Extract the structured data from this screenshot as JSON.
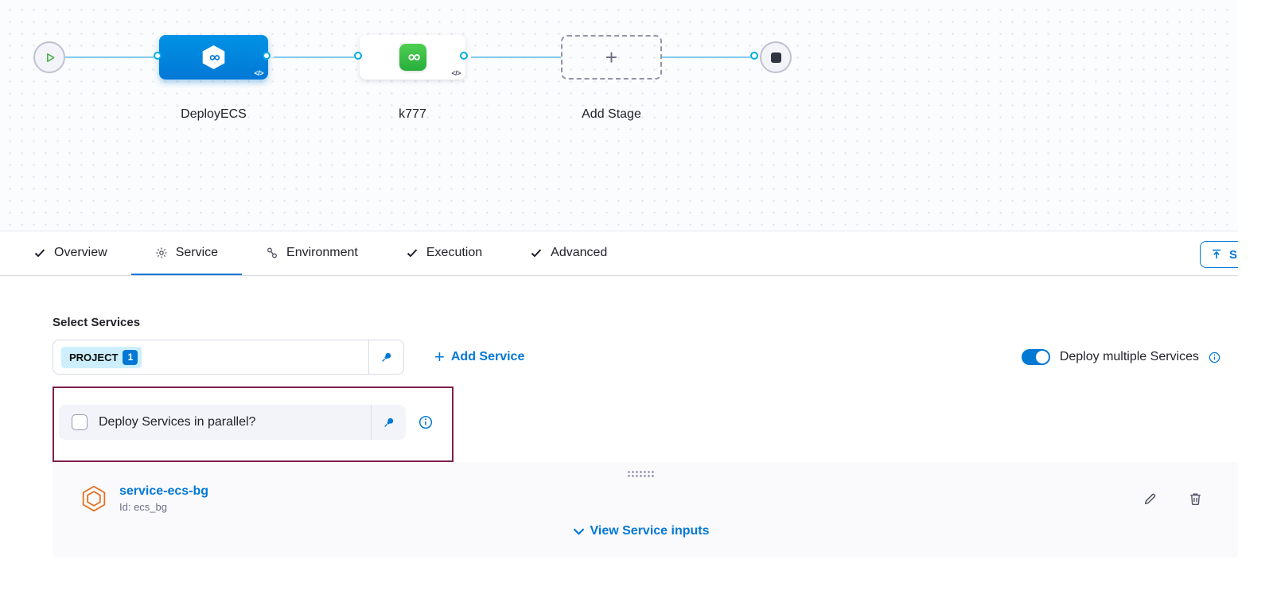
{
  "colors": {
    "accent": "#0278d5",
    "highlight_border": "#7d1f4d",
    "stage_active_blue": "#0092e4",
    "success_green": "#42ab45",
    "connector_blue": "#00ade4"
  },
  "icons": {
    "plus": "+"
  },
  "canvas": {
    "code_badge": "</>",
    "stages": [
      {
        "name": "DeployECS"
      },
      {
        "name": "k777"
      },
      {
        "name": "Add Stage"
      }
    ]
  },
  "tabs": {
    "items": [
      {
        "label": "Overview"
      },
      {
        "label": "Service"
      },
      {
        "label": "Environment"
      },
      {
        "label": "Execution"
      },
      {
        "label": "Advanced"
      }
    ],
    "save_label": "S"
  },
  "panel": {
    "select_services_label": "Select Services",
    "project_chip": {
      "label": "PROJECT",
      "count": "1"
    },
    "add_service_label": "Add Service",
    "deploy_multiple_label": "Deploy multiple Services",
    "parallel_label": "Deploy Services in parallel?",
    "service_card": {
      "name": "service-ecs-bg",
      "id_text": "Id: ecs_bg",
      "view_inputs_label": "View Service inputs"
    }
  }
}
